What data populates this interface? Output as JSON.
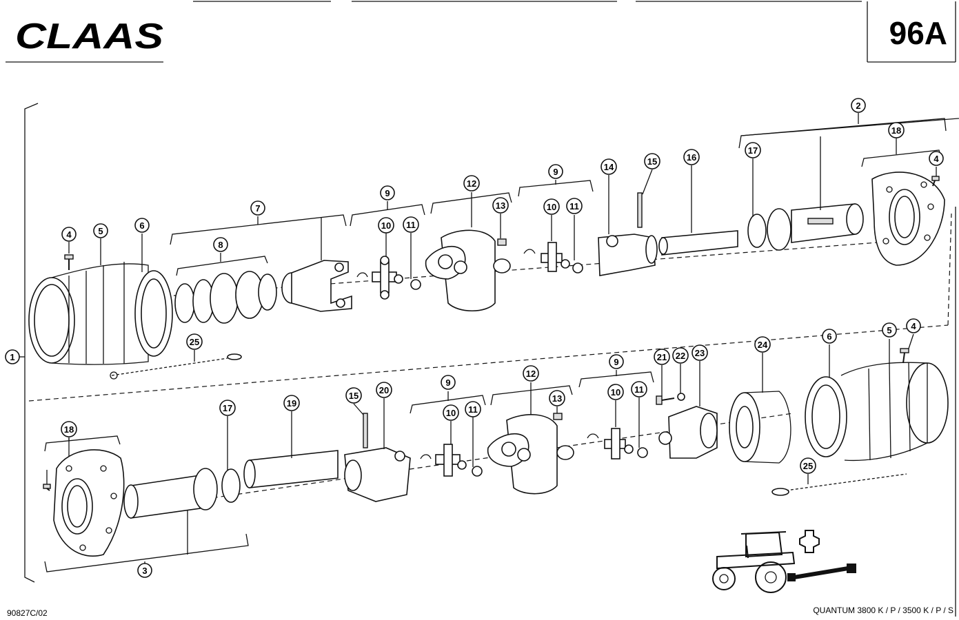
{
  "header": {
    "brand": "CLAAS",
    "page_number": "96A"
  },
  "footer": {
    "drawing_code": "90827C/02",
    "model": "QUANTUM 3800 K / P / 3500 K / P / S"
  },
  "callouts": {
    "c1": "1",
    "c2": "2",
    "c3": "3",
    "c4a": "4",
    "c4b": "4",
    "c4c": "4",
    "c5a": "5",
    "c5b": "5",
    "c6a": "6",
    "c6b": "6",
    "c7": "7",
    "c8": "8",
    "c9a": "9",
    "c9b": "9",
    "c9c": "9",
    "c9d": "9",
    "c10a": "10",
    "c10b": "10",
    "c10c": "10",
    "c10d": "10",
    "c11a": "11",
    "c11b": "11",
    "c11c": "11",
    "c11d": "11",
    "c12a": "12",
    "c12b": "12",
    "c13a": "13",
    "c13b": "13",
    "c14": "14",
    "c15a": "15",
    "c15b": "15",
    "c16": "16",
    "c17a": "17",
    "c17b": "17",
    "c18a": "18",
    "c18b": "18",
    "c19": "19",
    "c20": "20",
    "c21": "21",
    "c22": "22",
    "c23": "23",
    "c24": "24",
    "c25a": "25",
    "c25b": "25"
  },
  "icons": [
    "tractor-icon",
    "spline-profile-icon",
    "pto-shaft-icon"
  ]
}
